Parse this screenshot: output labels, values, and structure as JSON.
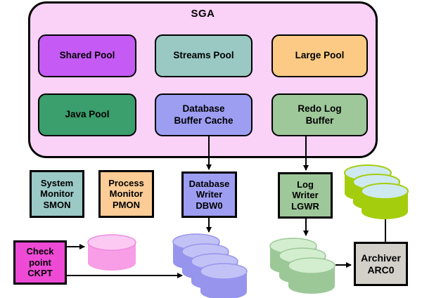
{
  "sga": {
    "label": "SGA",
    "background_color": "#fad2f7",
    "pools": [
      {
        "name": "shared-pool",
        "label": "Shared Pool",
        "color": "#c55af5"
      },
      {
        "name": "streams-pool",
        "label": "Streams Pool",
        "color": "#9ac9c4"
      },
      {
        "name": "large-pool",
        "label": "Large Pool",
        "color": "#fcca84"
      },
      {
        "name": "java-pool",
        "label": "Java Pool",
        "color": "#3b9e6d"
      },
      {
        "name": "database-buffer-cache",
        "label": "Database\nBuffer Cache",
        "color": "#9d9df2"
      },
      {
        "name": "redo-log-buffer",
        "label": "Redo Log\nBuffer",
        "color": "#9ec79a"
      }
    ]
  },
  "processes": [
    {
      "name": "smon",
      "label": "System\nMonitor\nSMON",
      "color": "#9bc9c6"
    },
    {
      "name": "pmon",
      "label": "Process\nMonitor\nPMON",
      "color": "#fccc96"
    },
    {
      "name": "dbw0",
      "label": "Database\nWriter\nDBW0",
      "color": "#9d9df2"
    },
    {
      "name": "lgwr",
      "label": "Log\nWriter\nLGWR",
      "color": "#9ec79a"
    },
    {
      "name": "ckpt",
      "label": "Check\npoint\nCKPT",
      "color": "#ee4ad6"
    },
    {
      "name": "arc0",
      "label": "Archiver\nARC0",
      "color": "#d3d0ca"
    }
  ],
  "storage": [
    {
      "name": "control-file-disk",
      "disk_count": 1,
      "body_color": "#f79ee6",
      "top_color": "#fcc9f2"
    },
    {
      "name": "datafiles-disk-stack",
      "disk_count": 4,
      "body_color": "#9794ee",
      "top_color": "#c3c2f6"
    },
    {
      "name": "redo-log-disk-stack",
      "disk_count": 3,
      "body_color": "#9cc898",
      "top_color": "#d3edcf"
    },
    {
      "name": "archived-log-disk-stack",
      "disk_count": 3,
      "body_color": "#a4cd0e",
      "top_color": "#cfe9f0"
    }
  ],
  "connections": [
    {
      "from": "database-buffer-cache",
      "to": "dbw0"
    },
    {
      "from": "redo-log-buffer",
      "to": "lgwr"
    },
    {
      "from": "dbw0",
      "to": "datafiles-disk-stack"
    },
    {
      "from": "lgwr",
      "to": "redo-log-disk-stack"
    },
    {
      "from": "ckpt",
      "to": "control-file-disk"
    },
    {
      "from": "ckpt",
      "to": "datafiles-disk-stack"
    },
    {
      "from": "redo-log-disk-stack",
      "to": "arc0"
    },
    {
      "from": "arc0",
      "to": "archived-log-disk-stack"
    }
  ]
}
